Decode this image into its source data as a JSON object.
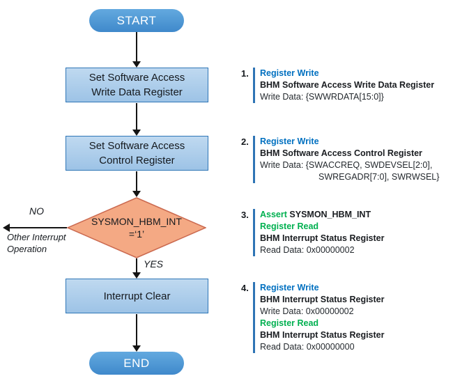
{
  "flowchart": {
    "start_label": "START",
    "end_label": "END",
    "box1": {
      "line1": "Set Software Access",
      "line2": "Write Data Register"
    },
    "box2": {
      "line1": "Set Software Access",
      "line2": "Control Register"
    },
    "decision": {
      "line1": "SYSMON_HBM_INT",
      "line2": "=‘1’"
    },
    "no_branch": {
      "label": "NO",
      "note1": "Other Interrupt",
      "note2": "Operation"
    },
    "yes_label": "YES",
    "box3": {
      "line1": "Interrupt Clear"
    }
  },
  "annotations": [
    {
      "number": "1.",
      "title": "Register Write",
      "subtitle": "BHM Software Access Write Data Register",
      "detail": "Write Data: {SWWRDATA[15:0]}"
    },
    {
      "number": "2.",
      "title": "Register Write",
      "subtitle": "BHM Software Access Control Register",
      "detail": "Write Data: {SWACCREQ, SWDEVSEL[2:0],",
      "detail2": "SWREGADR[7:0], SWRWSEL}"
    },
    {
      "number": "3.",
      "assert_label": "Assert",
      "assert_signal": "SYSMON_HBM_INT",
      "title": "Register Read",
      "subtitle": "BHM Interrupt Status Register",
      "detail": "Read Data: 0x00000002"
    },
    {
      "number": "4.",
      "title": "Register Write",
      "subtitle": "BHM Interrupt Status Register",
      "detail": "Write Data: 0x00000002",
      "title2": "Register Read",
      "subtitle2": "BHM Interrupt Status Register",
      "detail2": "Read Data: 0x00000000"
    }
  ],
  "colors": {
    "terminator_fill": "#3F89CB",
    "process_fill": "#9DC3E6",
    "process_border": "#2E75B6",
    "decision_fill": "#F4A984",
    "decision_border": "#CB6A50",
    "annotation_bar": "#2E74B5",
    "register_write_text": "#0070C0",
    "register_read_text": "#00B050",
    "arrow": "#141414"
  }
}
